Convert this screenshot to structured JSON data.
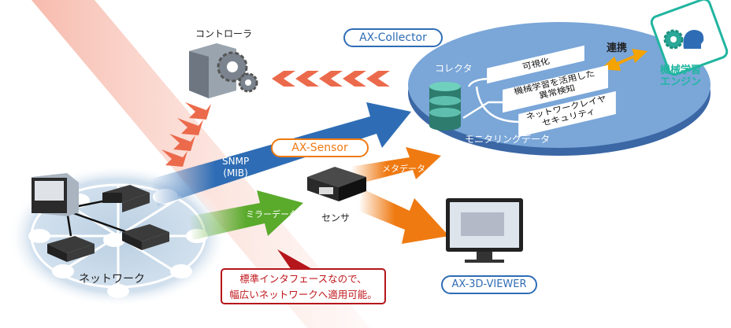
{
  "controller": {
    "label": "コントローラ"
  },
  "collector": {
    "bubble": "AX-Collector",
    "label": "コレクタ",
    "monitoring_data": "モニタリングデータ",
    "functions": [
      "可視化",
      "機械学習を活用した\n異常検知",
      "ネットワークレイヤ\nセキュリティ"
    ]
  },
  "link": {
    "label": "連携"
  },
  "ml_engine": {
    "label_line1": "機械学習",
    "label_line2": "エンジン"
  },
  "snmp": {
    "line1": "SNMP",
    "line2": "(MIB)"
  },
  "sensor": {
    "bubble": "AX-Sensor",
    "label": "センサ"
  },
  "mirror_data": {
    "label": "ミラーデータ"
  },
  "meta_data": {
    "label": "メタデータ"
  },
  "viewer": {
    "bubble": "AX-3D-VIEWER"
  },
  "network": {
    "label": "ネットワーク"
  },
  "callout": {
    "line1": "標準インタフェースなので、",
    "line2": "幅広いネットワークへ適用可能。"
  },
  "colors": {
    "blue": "#2e6db5",
    "orange": "#ef7a12",
    "green": "#5aaa2c",
    "red": "#b5161b",
    "teal": "#21b5a0",
    "collector_top": "#7aa6d8",
    "collector_side": "#3b67a5"
  }
}
